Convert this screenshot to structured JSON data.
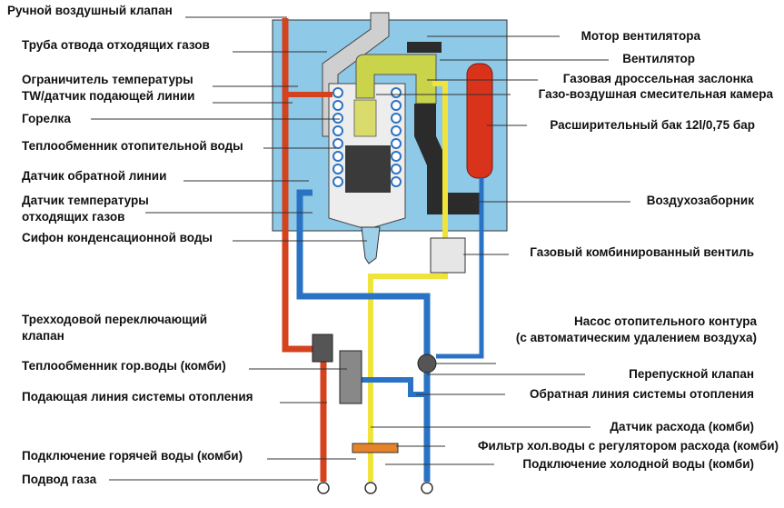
{
  "left_labels": [
    {
      "id": "manual-air-valve",
      "text": "Ручной воздушный клапан"
    },
    {
      "id": "flue-pipe",
      "text": "Труба отвода отходящих газов"
    },
    {
      "id": "temp-limiter",
      "text": "Ограничитель температуры"
    },
    {
      "id": "tw-sensor",
      "text": "TW/датчик подающей линии"
    },
    {
      "id": "burner",
      "text": "Горелка"
    },
    {
      "id": "heating-exchanger",
      "text": "Теплообменник отопительной воды"
    },
    {
      "id": "return-sensor",
      "text": "Датчик обратной линии"
    },
    {
      "id": "flue-sensor-1",
      "text": "Датчик температуры"
    },
    {
      "id": "flue-sensor-2",
      "text": "отходящих газов"
    },
    {
      "id": "siphon",
      "text": "Сифон конденсационной воды"
    },
    {
      "id": "three-way-1",
      "text": "Трехходовой переключающий"
    },
    {
      "id": "three-way-2",
      "text": "клапан"
    },
    {
      "id": "dhw-exchanger",
      "text": "Теплообменник гор.воды (комби)"
    },
    {
      "id": "supply-line",
      "text": "Подающая линия системы отопления"
    },
    {
      "id": "hot-water-conn",
      "text": "Подключение горячей воды (комби)"
    },
    {
      "id": "gas-inlet",
      "text": "Подвод газа"
    }
  ],
  "right_labels": [
    {
      "id": "fan-motor",
      "text": "Мотор вентилятора"
    },
    {
      "id": "fan",
      "text": "Вентилятор"
    },
    {
      "id": "gas-throttle",
      "text": "Газовая дроссельная заслонка"
    },
    {
      "id": "mixing-chamber",
      "text": "Газо-воздушная смесительная камера"
    },
    {
      "id": "expansion-tank",
      "text": "Расширительный бак 12l/0,75 бар"
    },
    {
      "id": "air-intake",
      "text": "Воздухозаборник"
    },
    {
      "id": "gas-valve",
      "text": "Газовый комбинированный вентиль"
    },
    {
      "id": "pump-1",
      "text": "Насос отопительного контура"
    },
    {
      "id": "pump-2",
      "text": "(с автоматическим удалением воздуха)"
    },
    {
      "id": "bypass",
      "text": "Перепускной клапан"
    },
    {
      "id": "return-line",
      "text": "Обратная линия системы отопления"
    },
    {
      "id": "flow-sensor",
      "text": "Датчик расхода (комби)"
    },
    {
      "id": "cold-filter",
      "text": "Фильтр хол.воды с регулятором расхода (комби)"
    },
    {
      "id": "cold-water-conn",
      "text": "Подключение холодной воды (комби)"
    }
  ],
  "colors": {
    "housing": "#8ec9e8",
    "supply": "#d4421e",
    "return": "#2a73c4",
    "gas": "#f0e43a",
    "flue": "#c9c9c9",
    "tank": "#d9331b",
    "mix": "#c9d44a",
    "dark": "#2b2b2b"
  }
}
